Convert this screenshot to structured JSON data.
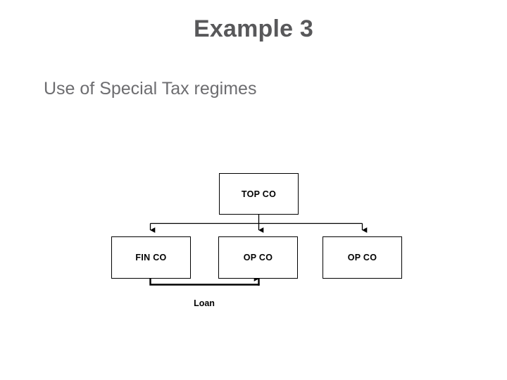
{
  "slide": {
    "title": "Example 3",
    "subtitle": "Use of Special Tax regimes",
    "title_color": "#58585a",
    "subtitle_color": "#6d6d70",
    "background_color": "#ffffff"
  },
  "diagram": {
    "type": "org-chart",
    "line_color": "#000000",
    "node_fill": "#ffffff",
    "nodes": [
      {
        "id": "topco",
        "label": "TOP CO",
        "level": 0
      },
      {
        "id": "finco",
        "label": "FIN CO",
        "level": 1
      },
      {
        "id": "opco1",
        "label": "OP CO",
        "level": 1
      },
      {
        "id": "opco2",
        "label": "OP CO",
        "level": 1
      }
    ],
    "edges": [
      {
        "from": "topco",
        "to": "finco",
        "arrow": "to",
        "label": ""
      },
      {
        "from": "topco",
        "to": "opco1",
        "arrow": "to",
        "label": ""
      },
      {
        "from": "topco",
        "to": "opco2",
        "arrow": "to",
        "label": ""
      },
      {
        "from": "finco",
        "to": "opco1",
        "arrow": "to",
        "label": "Loan"
      }
    ],
    "loan_label": "Loan"
  }
}
